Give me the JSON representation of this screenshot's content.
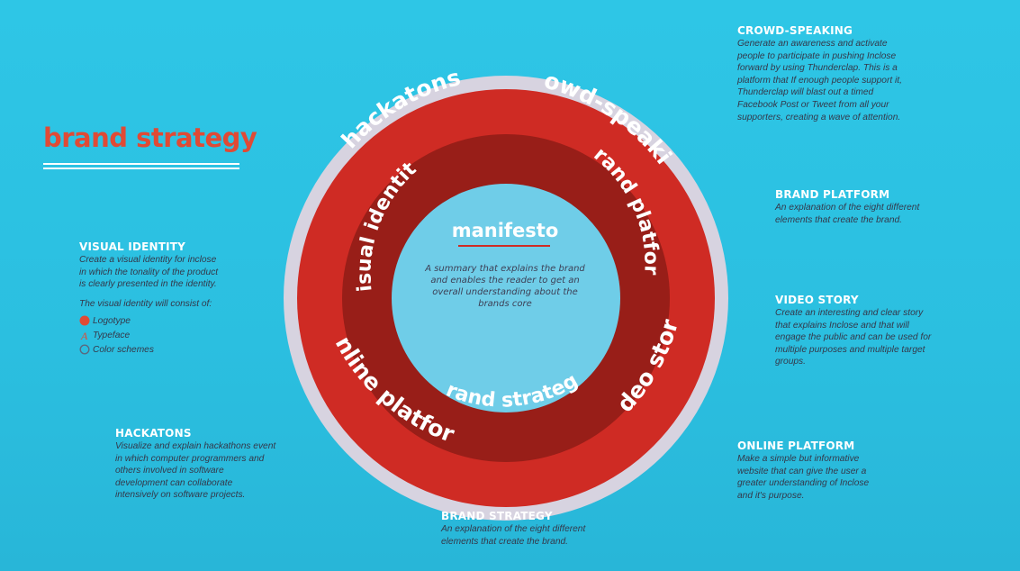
{
  "title": "brand strategy",
  "diagram": {
    "center_title": "manifesto",
    "center_text_lines": [
      "A summary that explains the brand",
      "and enables the reader to get an",
      "overall understanding about the",
      "brands core"
    ],
    "inner_labels": {
      "visual_identity": "visual identity",
      "brand_platform": "brand platform",
      "brand_strategy": "brand strategy"
    },
    "outer_labels": {
      "hackatons": "hackatons",
      "crowd_speaking": "crowd-speaking",
      "video_story": "video story",
      "online_platform": "online platform"
    },
    "colors": {
      "outer_ring": "#cf2b24",
      "inner_ring": "#981e18",
      "center": "#6fcde8",
      "border_ring": "#d7d3e0"
    }
  },
  "blocks": {
    "visual_identity": {
      "heading": "VISUAL IDENTITY",
      "lines": [
        "Create a visual identity for inclose",
        "in which the tonality of the product",
        "is clearly presented in the identity."
      ],
      "list_intro": "The visual identity will consist of:",
      "items": [
        {
          "icon": "red-dot-icon",
          "label": "Logotype"
        },
        {
          "icon": "letter-a-icon",
          "label": "Typeface"
        },
        {
          "icon": "color-circle-icon",
          "label": "Color schemes"
        }
      ]
    },
    "hackatons": {
      "heading": "HACKATONS",
      "lines": [
        "Visualize and explain hackathons event",
        "in which computer programmers and",
        "others involved in software",
        "development can collaborate",
        "intensively on software projects."
      ]
    },
    "crowd_speaking": {
      "heading": "CROWD-SPEAKING",
      "lines": [
        "Generate an awareness and activate",
        "people to participate in pushing Inclose",
        "forward by using Thunderclap. This is a",
        "platform that If enough people support it,",
        "Thunderclap will blast out a timed",
        "Facebook Post or Tweet from all your",
        "supporters, creating a wave of attention."
      ]
    },
    "brand_platform": {
      "heading": "BRAND PLATFORM",
      "lines": [
        "An explanation of the eight different",
        "elements that create the brand."
      ]
    },
    "video_story": {
      "heading": "VIDEO STORY",
      "lines": [
        "Create an interesting and clear story",
        "that explains Inclose and that will",
        "engage the public and can be used for",
        "multiple purposes and multiple target",
        "groups."
      ]
    },
    "online_platform": {
      "heading": "ONLINE PLATFORM",
      "lines": [
        "Make a simple but informative",
        "website that can give the user a",
        "greater understanding of Inclose",
        "and it's purpose."
      ]
    },
    "brand_strategy": {
      "heading": "BRAND STRATEGY",
      "lines": [
        "An explanation of the eight different",
        "elements that create the brand."
      ]
    }
  }
}
